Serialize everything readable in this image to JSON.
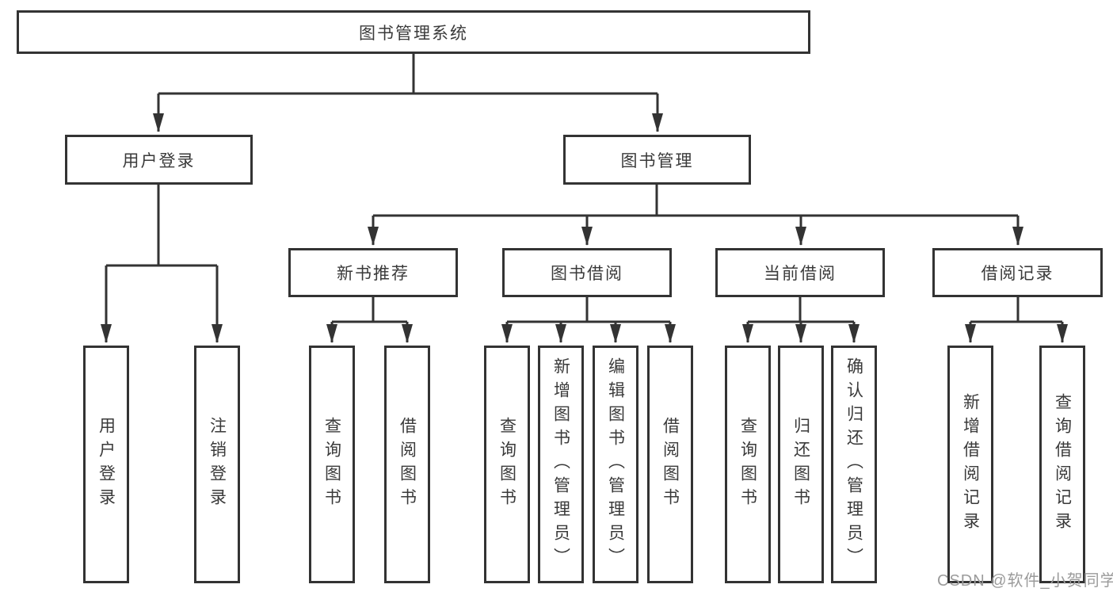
{
  "diagram": {
    "title_node": "图书管理系统",
    "root": {
      "label": "图书管理系统"
    },
    "branches": [
      {
        "label": "用户登录",
        "children": [
          {
            "label": "用户登录"
          },
          {
            "label": "注销登录"
          }
        ]
      },
      {
        "label": "图书管理",
        "children": [
          {
            "label": "新书推荐",
            "children": [
              {
                "label": "查询图书"
              },
              {
                "label": "借阅图书"
              }
            ]
          },
          {
            "label": "图书借阅",
            "children": [
              {
                "label": "查询图书"
              },
              {
                "label": "新增图书（管理员）"
              },
              {
                "label": "编辑图书（管理员）"
              },
              {
                "label": "借阅图书"
              }
            ]
          },
          {
            "label": "当前借阅",
            "children": [
              {
                "label": "查询图书"
              },
              {
                "label": "归还图书"
              },
              {
                "label": "确认归还（管理员）"
              }
            ]
          },
          {
            "label": "借阅记录",
            "children": [
              {
                "label": "新增借阅记录"
              },
              {
                "label": "查询借阅记录"
              }
            ]
          }
        ]
      }
    ]
  },
  "watermark": {
    "text": "CSDN @软件_小贺同学"
  },
  "colors": {
    "line": "#333333",
    "text": "#3a3a3a",
    "background": "#ffffff",
    "watermark": "#9b9b9b"
  }
}
